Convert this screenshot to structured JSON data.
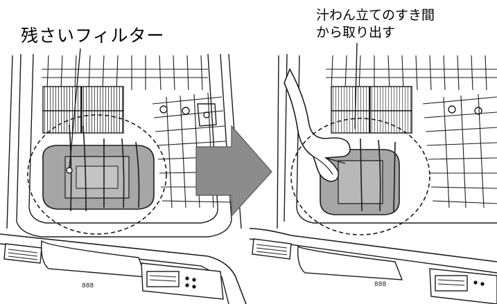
{
  "labels": {
    "left_caption": "残さいフィルター",
    "right_caption_line1": "汁わん立てのすき間",
    "right_caption_line2": "から取り出す"
  },
  "panel_text": {
    "left": "888",
    "right": "888"
  },
  "colors": {
    "line": "#1a1a1a",
    "arrow_fill": "#8c8c8c",
    "filter_fill": "#a6a6a6",
    "filter_inner": "#b8b8b8",
    "rack_fill": "#ffffff"
  }
}
